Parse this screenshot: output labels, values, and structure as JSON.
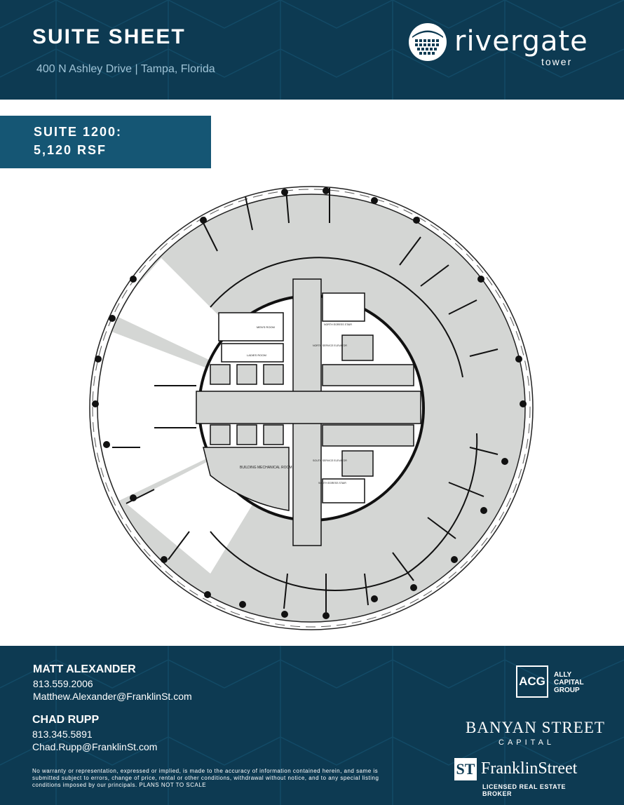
{
  "header": {
    "title": "SUITE SHEET",
    "address": "400 N Ashley Drive | Tampa, Florida",
    "logo_word": "rivergate",
    "logo_sub": "tower"
  },
  "suite": {
    "line1": "SUITE 1200:",
    "line2": "5,120 RSF"
  },
  "plan_labels": {
    "mens_room": "MEN'S ROOM",
    "ladies_room": "LADIES ROOM",
    "north_egress_stair": "NORTH EGRESS STAIR",
    "north_service_elevator": "NORTH SERVICE ELEVATOR",
    "south_service_elevator": "SOUTH SERVICE ELEVATOR",
    "south_egress_stair": "SOUTH EGRESS STAIR",
    "mechanical_room": "BUILDING MECHANICAL ROOM"
  },
  "contacts": [
    {
      "name": "MATT ALEXANDER",
      "phone": "813.559.2006",
      "email": "Matthew.Alexander@FranklinSt.com"
    },
    {
      "name": "CHAD RUPP",
      "phone": "813.345.5891",
      "email": "Chad.Rupp@FranklinSt.com"
    }
  ],
  "disclaimer": "No warranty or representation, expressed or implied, is made to the accuracy of information contained herein, and same is submitted subject to errors, change of price, rental or other conditions, withdrawal without notice, and to any special listing conditions imposed by our principals. PLANS NOT TO SCALE",
  "brokers": {
    "acg_mark": "ACG",
    "acg_name": [
      "ALLY",
      "CAPITAL",
      "GROUP"
    ],
    "banyan_name": "BANYAN STREET",
    "banyan_sub": "CAPITAL",
    "franklin_mark": "ST",
    "franklin_name": "FranklinStreet",
    "franklin_sub": "LICENSED REAL ESTATE BROKER"
  },
  "colors": {
    "navy": "#0d3a52",
    "suite_box": "#155674",
    "plan_fill": "#d4d6d4"
  }
}
